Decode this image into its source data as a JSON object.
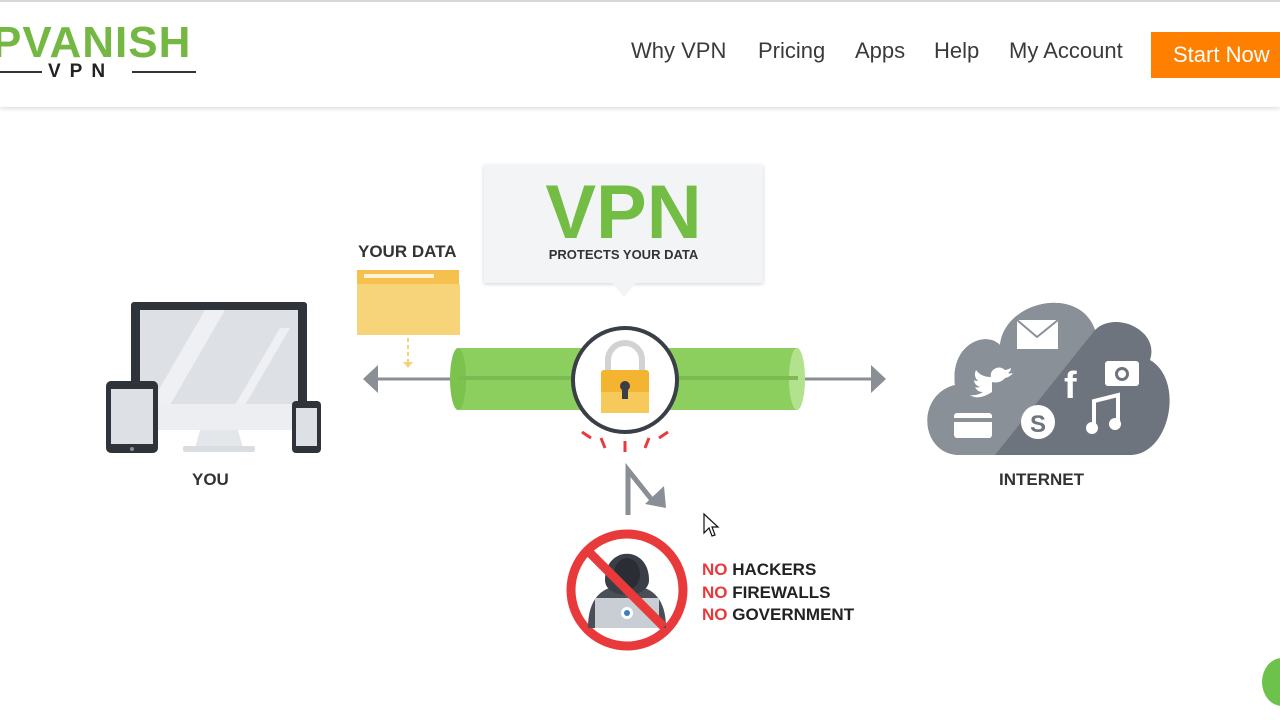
{
  "header": {
    "logo": {
      "brand": "VANISH",
      "brand_prefix": "P",
      "sub": "VPN"
    },
    "nav": [
      {
        "label": "Why VPN"
      },
      {
        "label": "Pricing"
      },
      {
        "label": "Apps"
      },
      {
        "label": "Help"
      },
      {
        "label": "My Account"
      }
    ],
    "cta": "Start Now"
  },
  "diagram": {
    "vpn_title": "VPN",
    "vpn_subtitle": "PROTECTS YOUR DATA",
    "your_data": "YOUR DATA",
    "you": "YOU",
    "internet": "INTERNET",
    "no_word": "NO",
    "threats": [
      "HACKERS",
      "FIREWALLS",
      "GOVERNMENT"
    ]
  },
  "colors": {
    "brand_green": "#74b843",
    "cta_orange": "#ff7f00",
    "alert_red": "#e8393b"
  }
}
